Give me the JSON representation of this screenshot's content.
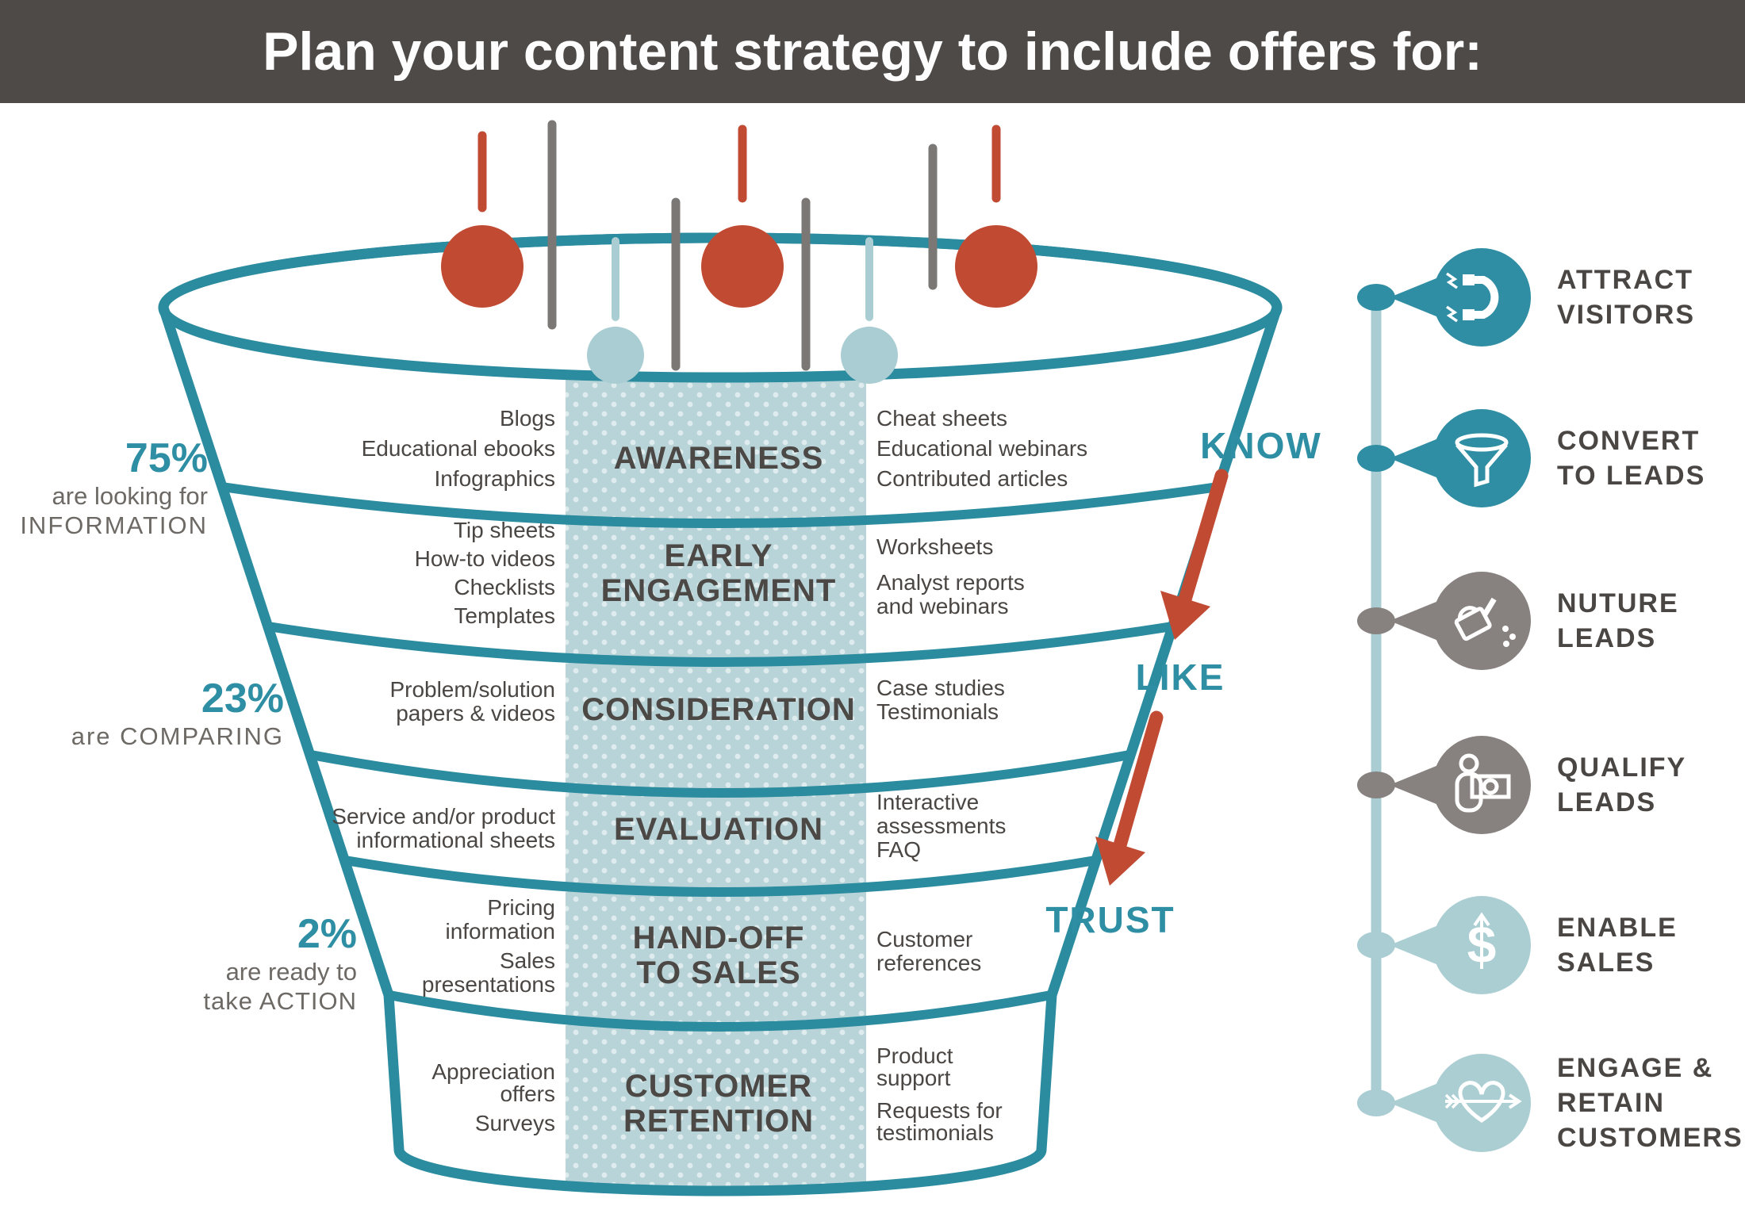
{
  "title": "Plan your content strategy to include offers for:",
  "colors": {
    "header_bg": "#4e4a48",
    "teal": "#2b8b9f",
    "teal_text": "#2e8ea4",
    "red": "#c14a33",
    "light_blue": "#a9cdd2",
    "band": "#b9d4d8",
    "gray": "#87827f",
    "dark_text": "#4a4643",
    "muted_text": "#6d6965"
  },
  "stats": [
    {
      "value": "75%",
      "line1": "are looking for",
      "line2": "INFORMATION"
    },
    {
      "value": "23%",
      "line1": "are COMPARING",
      "line2": ""
    },
    {
      "value": "2%",
      "line1": "are ready to",
      "line2": "take ACTION"
    }
  ],
  "funnel": {
    "stages": [
      {
        "label": "AWARENESS",
        "left_items": [
          "Blogs",
          "Educational ebooks",
          "Infographics"
        ],
        "right_items": [
          "Cheat sheets",
          "Educational webinars",
          "Contributed articles"
        ]
      },
      {
        "label": "EARLY ENGAGEMENT",
        "left_items": [
          "Tip sheets",
          "How-to videos",
          "Checklists",
          "Templates"
        ],
        "right_items": [
          "Worksheets",
          "Analyst reports and webinars"
        ]
      },
      {
        "label": "CONSIDERATION",
        "left_items": [
          "Problem/solution papers & videos"
        ],
        "right_items": [
          "Case studies",
          "Testimonials"
        ]
      },
      {
        "label": "EVALUATION",
        "left_items": [
          "Service and/or product informational sheets"
        ],
        "right_items": [
          "Interactive assessments",
          "FAQ"
        ]
      },
      {
        "label": "HAND-OFF TO SALES",
        "left_items": [
          "Pricing information",
          "Sales presentations"
        ],
        "right_items": [
          "Customer references"
        ]
      },
      {
        "label": "CUSTOMER RETENTION",
        "left_items": [
          "Appreciation offers",
          "Surveys"
        ],
        "right_items": [
          "Product support",
          "Requests for testimonials"
        ]
      }
    ]
  },
  "journey": {
    "know": "KNOW",
    "like": "LIKE",
    "trust": "TRUST"
  },
  "sidebar": {
    "steps": [
      {
        "label": "ATTRACT VISITORS",
        "icon": "magnet-icon"
      },
      {
        "label": "CONVERT TO LEADS",
        "icon": "funnel-icon"
      },
      {
        "label": "NUTURE LEADS",
        "icon": "watering-can-icon"
      },
      {
        "label": "QUALIFY LEADS",
        "icon": "qualify-person-icon"
      },
      {
        "label": "ENABLE SALES",
        "icon": "dollar-arrow-icon"
      },
      {
        "label": "ENGAGE & RETAIN CUSTOMERS",
        "icon": "heart-arrow-icon"
      }
    ]
  },
  "icons": {
    "dollar_glyph": "$"
  }
}
